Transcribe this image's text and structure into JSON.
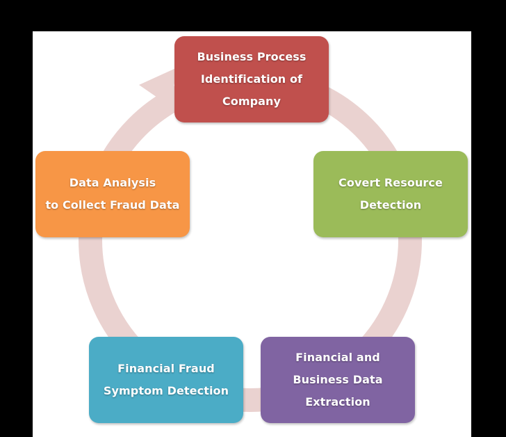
{
  "colors": {
    "background": "#000000",
    "canvas": "#ffffff",
    "ring": "#ead2d0",
    "nodes": {
      "business_process": "#c0504d",
      "covert_resource": "#9bbb59",
      "financial_business_data": "#8064a2",
      "financial_fraud_symptom": "#4bacc6",
      "data_analysis": "#f79646"
    }
  },
  "cycle": {
    "nodes": [
      {
        "id": "business_process",
        "label": "Business Process\nIdentification of\nCompany"
      },
      {
        "id": "covert_resource",
        "label": "Covert Resource\nDetection"
      },
      {
        "id": "financial_business_data",
        "label": "Financial and\nBusiness Data\nExtraction"
      },
      {
        "id": "financial_fraud_symptom",
        "label": "Financial Fraud\nSymptom Detection"
      },
      {
        "id": "data_analysis",
        "label": "Data Analysis\nto Collect Fraud Data"
      }
    ]
  }
}
